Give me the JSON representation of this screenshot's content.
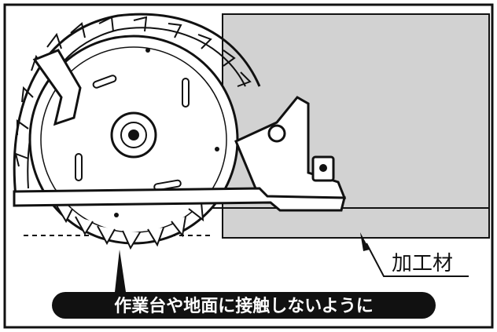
{
  "labels": {
    "workpiece": "加工材",
    "warning": "作業台や地面に接触しないように"
  },
  "colors": {
    "workpiece_fill": "#d2d2d2",
    "line": "#111111",
    "warning_bg": "#111111",
    "warning_text": "#ffffff"
  },
  "icons": [
    "circular-saw-illustration",
    "pointer-arrow-icon"
  ]
}
